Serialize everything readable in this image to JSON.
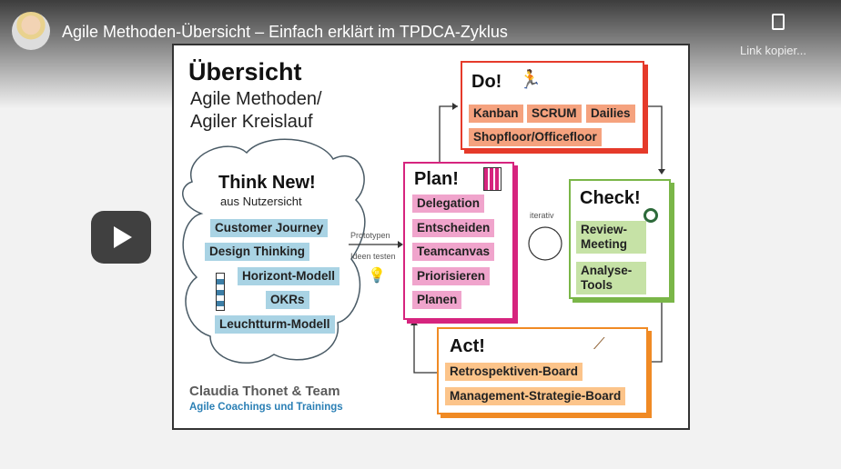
{
  "video": {
    "title": "Agile Methoden-Übersicht – Einfach erklärt im TPDCA-Zyklus",
    "copy_link_label": "Link kopier..."
  },
  "slide": {
    "title": "Übersicht",
    "subtitle_1": "Agile Methoden/",
    "subtitle_2": "Agiler Kreislauf",
    "think": {
      "title": "Think New!",
      "subtitle": "aus Nutzersicht",
      "items": [
        "Customer Journey",
        "Design Thinking",
        "Horizont-Modell",
        "OKRs",
        "Leuchtturm-Modell"
      ]
    },
    "arrow_label_top": "Prototypen",
    "arrow_label_bottom": "Ideen testen",
    "plan": {
      "title": "Plan!",
      "items": [
        "Delegation",
        "Entscheiden",
        "Teamcanvas",
        "Priorisieren",
        "Planen"
      ]
    },
    "do": {
      "title": "Do!",
      "items": [
        "Kanban",
        "SCRUM",
        "Dailies",
        "Shopfloor/Officefloor"
      ]
    },
    "check": {
      "title": "Check!",
      "items": [
        "Review-Meeting",
        "Analyse-Tools"
      ]
    },
    "act": {
      "title": "Act!",
      "items": [
        "Retrospektiven-Board",
        "Management-Strategie-Board"
      ]
    },
    "iterative_label": "iterativ",
    "author": "Claudia Thonet & Team",
    "tagline": "Agile Coachings und Trainings"
  },
  "colors": {
    "do": "#e53a2a",
    "plan": "#d6247e",
    "check": "#7ab648",
    "act": "#f08a24",
    "cloud_tag": "#a9d3e4",
    "tagline": "#2a7fb5"
  }
}
